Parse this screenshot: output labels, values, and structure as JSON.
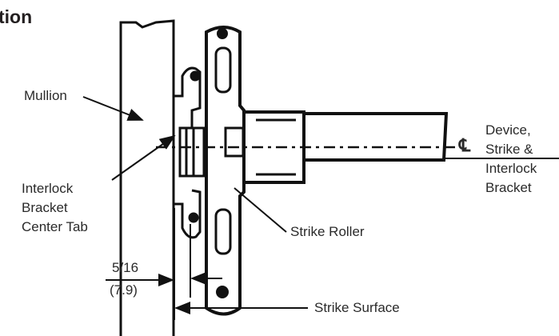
{
  "heading_fragment": "tion",
  "labels": {
    "mullion": "Mullion",
    "interlock_tab": [
      "Interlock",
      "Bracket",
      "Center Tab"
    ],
    "device": [
      "Device,",
      "Strike &",
      "Interlock",
      "Bracket"
    ],
    "strike_roller": "Strike Roller",
    "dimension_in": "5/16",
    "dimension_mm": "(7.9)",
    "strike_surface": "Strike Surface",
    "centerline_symbol": "℄"
  }
}
